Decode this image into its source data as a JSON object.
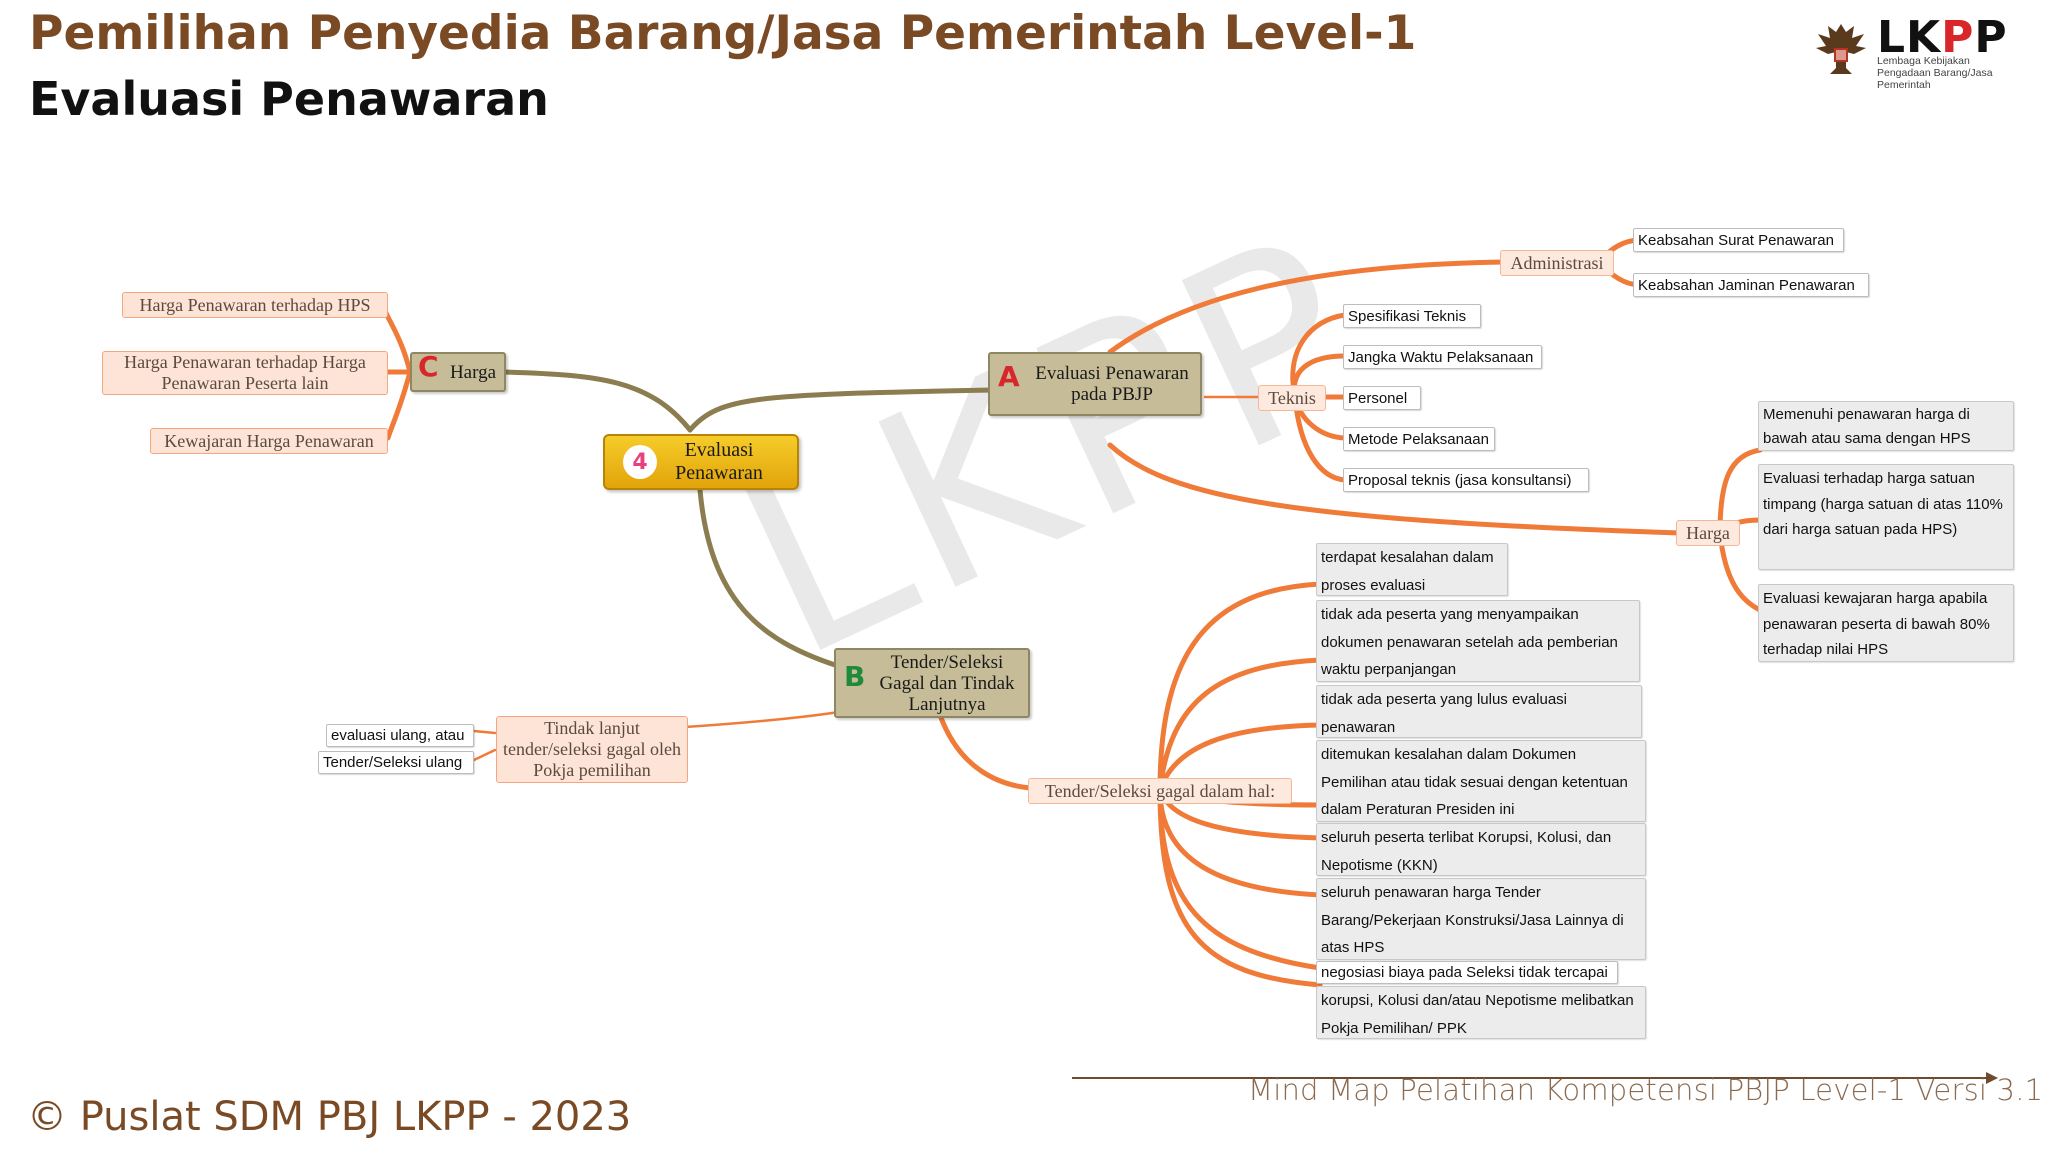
{
  "header": {
    "title": "Pemilihan Penyedia Barang/Jasa Pemerintah Level-1",
    "subtitle": "Evaluasi Penawaran"
  },
  "logo": {
    "name": "LKPP",
    "tagline_line1": "Lembaga Kebijakan",
    "tagline_line2": "Pengadaan Barang/Jasa Pemerintah"
  },
  "watermark": "LKPP",
  "central": {
    "number": "4",
    "label": "Evaluasi Penawaran"
  },
  "branch_a": {
    "letter": "A",
    "label": "Evaluasi Penawaran pada PBJP",
    "administrasi": {
      "label": "Administrasi",
      "items": [
        "Keabsahan Surat Penawaran",
        "Keabsahan Jaminan Penawaran"
      ]
    },
    "teknis": {
      "label": "Teknis",
      "items": [
        "Spesifikasi Teknis",
        "Jangka Waktu Pelaksanaan",
        "Personel",
        "Metode Pelaksanaan",
        "Proposal teknis (jasa konsultansi)"
      ]
    },
    "harga": {
      "label": "Harga",
      "items": [
        "Memenuhi penawaran harga di bawah atau sama dengan HPS",
        "Evaluasi terhadap harga satuan timpang (harga satuan di atas 110% dari harga satuan pada HPS)",
        "Evaluasi kewajaran harga apabila penawaran peserta di bawah 80% terhadap nilai HPS"
      ]
    }
  },
  "branch_b": {
    "letter": "B",
    "label": "Tender/Seleksi Gagal dan Tindak Lanjutnya",
    "gagal": {
      "label": "Tender/Seleksi gagal dalam hal:",
      "items": [
        "terdapat kesalahan dalam proses evaluasi",
        "tidak ada peserta yang menyampaikan dokumen penawaran setelah ada pemberian waktu perpanjangan",
        "tidak ada peserta yang lulus evaluasi penawaran",
        "ditemukan kesalahan dalam Dokumen Pemilihan atau tidak sesuai dengan ketentuan dalam Peraturan Presiden ini",
        "seluruh peserta terlibat Korupsi, Kolusi, dan Nepotisme (KKN)",
        "seluruh penawaran harga Tender Barang/Pekerjaan Konstruksi/Jasa Lainnya di atas HPS",
        "negosiasi biaya pada Seleksi tidak tercapai",
        "korupsi, Kolusi dan/atau Nepotisme melibatkan Pokja Pemilihan/ PPK"
      ]
    },
    "tindak_lanjut": {
      "label": "Tindak lanjut tender/seleksi gagal oleh Pokja pemilihan",
      "items": [
        "evaluasi ulang, atau",
        "Tender/Seleksi ulang"
      ]
    }
  },
  "branch_c": {
    "letter": "C",
    "label": "Harga",
    "items": [
      "Harga Penawaran terhadap HPS",
      "Harga Penawaran terhadap Harga Penawaran Peserta lain",
      "Kewajaran Harga Penawaran"
    ]
  },
  "footer": {
    "copyright": "© Puslat SDM PBJ LKPP - 2023",
    "version": "Mind Map Pelatihan Kompetensi PBJP Level-1 Versi 3.1"
  },
  "colors": {
    "title": "#7a4a25",
    "connector_main": "#8b7d4f",
    "connector_sub": "#f07a38",
    "accent_a": "#d8262b",
    "accent_b": "#1e8a3a",
    "accent_c": "#d8262b"
  }
}
